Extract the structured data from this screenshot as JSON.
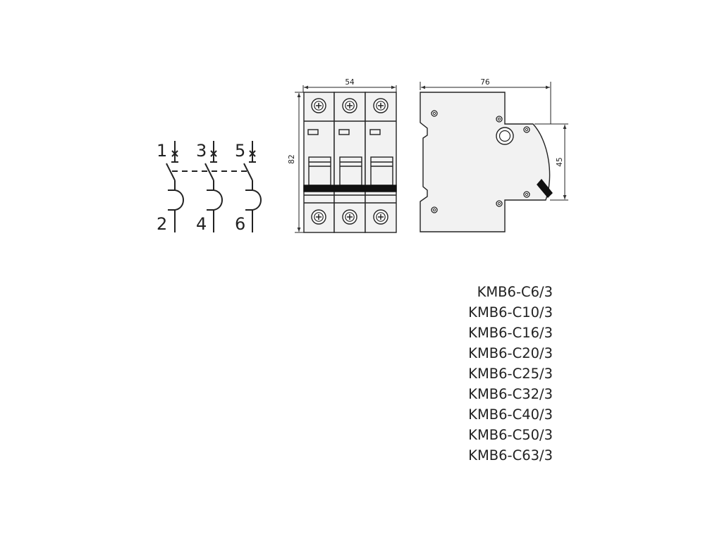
{
  "schematic": {
    "line_terminals": [
      "1",
      "3",
      "5"
    ],
    "load_terminals": [
      "2",
      "4",
      "6"
    ]
  },
  "front_view": {
    "width_label": "54",
    "height_label": "82"
  },
  "side_view": {
    "depth_label": "76",
    "front_height_label": "45"
  },
  "models": [
    "KMB6-C6/3",
    "KMB6-C10/3",
    "KMB6-C16/3",
    "KMB6-C20/3",
    "KMB6-C25/3",
    "KMB6-C32/3",
    "KMB6-C40/3",
    "KMB6-C50/3",
    "KMB6-C63/3"
  ],
  "colors": {
    "line": "#222222",
    "body_fill": "#f2f2f2"
  }
}
